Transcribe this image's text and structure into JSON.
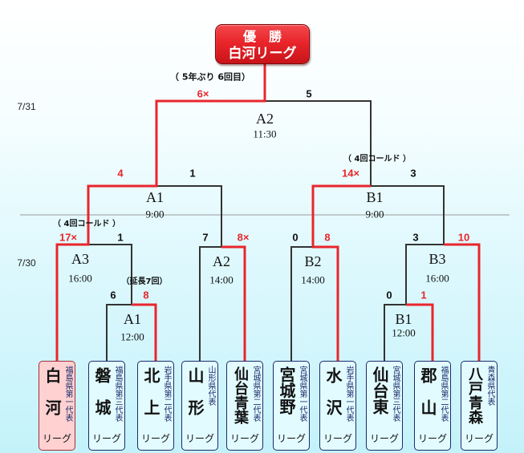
{
  "champion": {
    "label": "優　勝",
    "team": "白河リーグ",
    "note": "（ 5年ぶり 6回目）"
  },
  "dates": {
    "day2": "7/31",
    "day1": "7/30"
  },
  "matches": {
    "final": {
      "name": "A2",
      "time": "11:30",
      "score_left": "6×",
      "score_right": "5"
    },
    "semi_a": {
      "name": "A1",
      "time": "9:00",
      "score_left": "4",
      "score_right": "1"
    },
    "semi_b": {
      "name": "B1",
      "time": "9:00",
      "score_left": "14×",
      "score_right": "3",
      "note": "（ 4回コールド ）"
    },
    "qf_a3": {
      "name": "A3",
      "time": "16:00",
      "score_left": "17×",
      "score_right": "1",
      "note": "（ 4回コールド ）"
    },
    "r1_a1": {
      "name": "A1",
      "time": "12:00",
      "score_left": "6",
      "score_right": "8",
      "note": "（延長7回）"
    },
    "qf_a2": {
      "name": "A2",
      "time": "14:00",
      "score_left": "7",
      "score_right": "8×"
    },
    "qf_b2": {
      "name": "B2",
      "time": "14:00",
      "score_left": "0",
      "score_right": "8"
    },
    "qf_b3": {
      "name": "B3",
      "time": "16:00",
      "score_left": "3",
      "score_right": "10"
    },
    "r1_b1": {
      "name": "B1",
      "time": "12:00",
      "score_left": "0",
      "score_right": "1"
    }
  },
  "teams": [
    {
      "name": "白河",
      "rep": "福島県第一代表",
      "league": "リーグ"
    },
    {
      "name": "磐城",
      "rep": "福島県第三代表",
      "league": "リーグ"
    },
    {
      "name": "北上",
      "rep": "岩手県第二代表",
      "league": "リーグ"
    },
    {
      "name": "山形",
      "rep": "山形県代表",
      "league": "リーグ"
    },
    {
      "name": "仙台青葉",
      "rep": "宮城県第二代表",
      "league": "リーグ"
    },
    {
      "name": "宮城野",
      "rep": "宮城県第一代表",
      "league": "リーグ"
    },
    {
      "name": "水沢",
      "rep": "岩手県第一代表",
      "league": "リーグ"
    },
    {
      "name": "仙台東",
      "rep": "宮城県第三代表",
      "league": "リーグ"
    },
    {
      "name": "郡山",
      "rep": "福島県第二代表",
      "league": "リーグ"
    },
    {
      "name": "八戸青森",
      "rep": "青森県代表",
      "league": "リーグ"
    }
  ],
  "colors": {
    "win_line": "#e8262c",
    "lose_line": "#333333",
    "team_border": "#1b2b6b",
    "team_fill": "#e2fbff",
    "champion_team_fill": "#ffd1d1",
    "champion_team_border": "#a0303a",
    "champion_box": "#e9262b",
    "divider": "#9a9a9a"
  }
}
